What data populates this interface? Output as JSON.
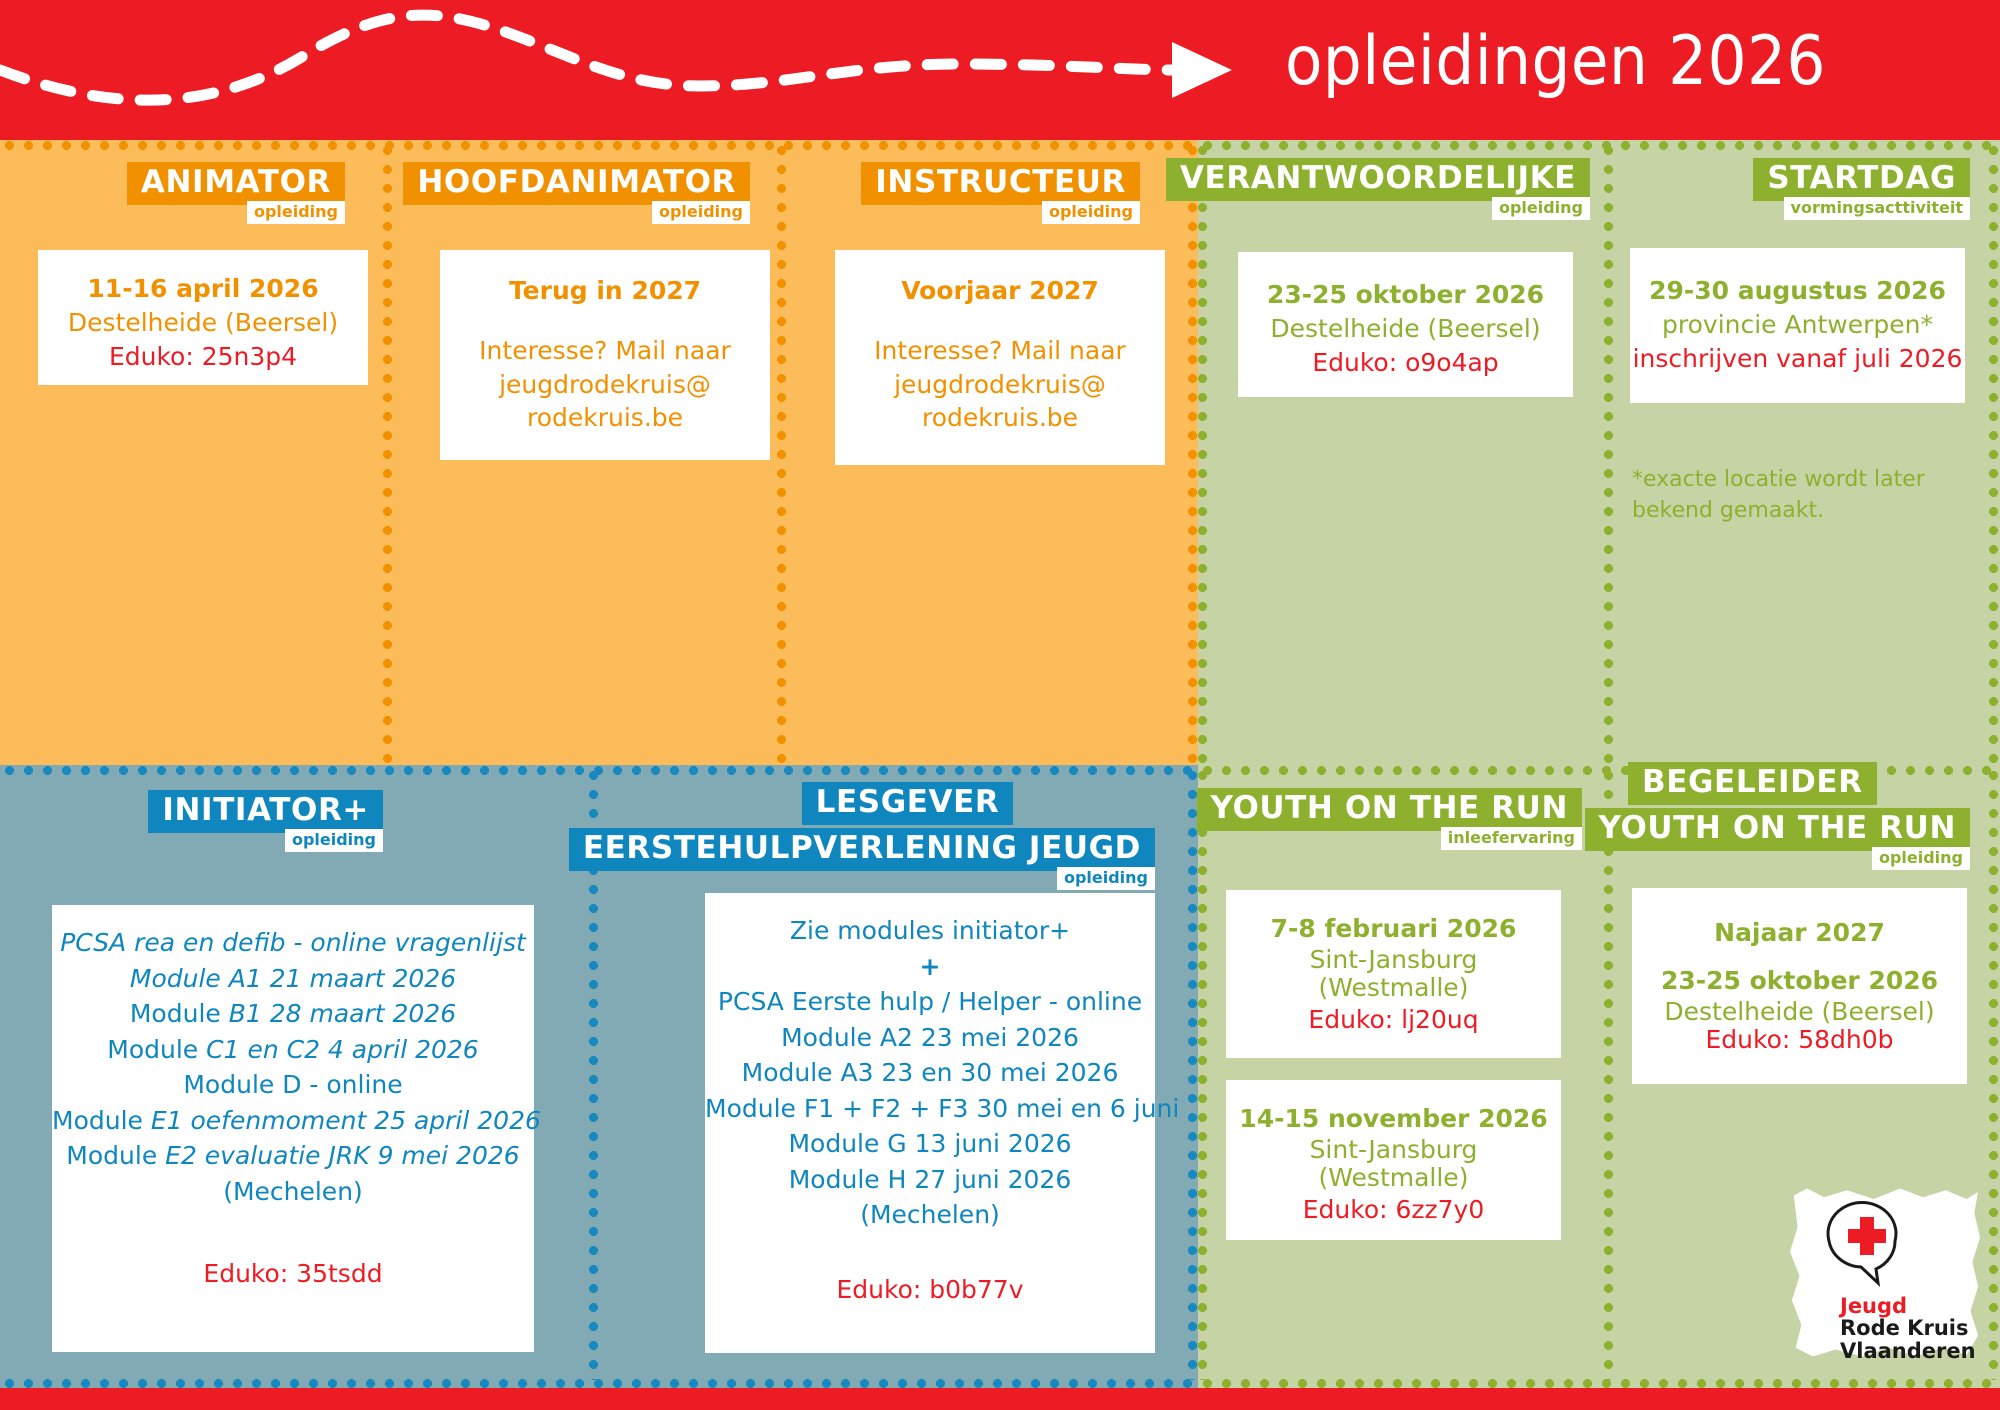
{
  "header": {
    "title": "opleidingen 2026",
    "arrow_icon": "dashed-path-arrow-icon"
  },
  "panels": {
    "animator": {
      "badge": "ANIMATOR",
      "sub": "opleiding",
      "card": {
        "date": "11-16 april 2026",
        "location": "Destelheide (Beersel)",
        "eduko": "Eduko: 25n3p4"
      }
    },
    "hoofdanimator": {
      "badge": "HOOFDANIMATOR",
      "sub": "opleiding",
      "card": {
        "date": "Terug in 2027",
        "line1": "Interesse? Mail naar",
        "line2": "jeugdrodekruis@",
        "line3": "rodekruis.be"
      }
    },
    "instructeur": {
      "badge": "INSTRUCTEUR",
      "sub": "opleiding",
      "card": {
        "date": "Voorjaar 2027",
        "line1": "Interesse? Mail naar",
        "line2": "jeugdrodekruis@",
        "line3": "rodekruis.be"
      }
    },
    "verantwoordelijke": {
      "badge": "VERANTWOORDELIJKE",
      "sub": "opleiding",
      "card": {
        "date": "23-25 oktober 2026",
        "location": "Destelheide (Beersel)",
        "eduko": "Eduko: o9o4ap"
      }
    },
    "startdag": {
      "badge": "STARTDAG",
      "sub": "vormingsacttiviteit",
      "card": {
        "date": "29-30 augustus 2026",
        "location": "provincie Antwerpen*",
        "extra": "inschrijven vanaf juli 2026"
      },
      "note_line1": "*exacte locatie wordt later",
      "note_line2": "bekend gemaakt."
    },
    "initiator": {
      "badge": "INITIATOR+",
      "sub": "opleiding",
      "modules": [
        {
          "label": "",
          "rest": "PCSA rea en defib - online vragenlijst",
          "italic_all": true
        },
        {
          "label": "Module ",
          "rest": "A1  21 maart 2026",
          "italic_all": true
        },
        {
          "label": "Module ",
          "rest": "B1  28 maart 2026",
          "italic_all": false
        },
        {
          "label": "Module ",
          "rest": "C1 en C2   4 april 2026",
          "italic_all": false
        },
        {
          "label": "Module D - online",
          "rest": "",
          "italic_all": false
        },
        {
          "label": "Module ",
          "rest": "E1 oefenmoment   25 april 2026",
          "italic_all": false
        },
        {
          "label": "Module ",
          "rest": "E2 evaluatie JRK  9 mei 2026",
          "italic_all": false
        },
        {
          "label": "(Mechelen)",
          "rest": "",
          "italic_all": false
        }
      ],
      "eduko": "Eduko: 35tsdd"
    },
    "lesgever": {
      "badge_line1": "LESGEVER",
      "badge_line2": "EERSTEHULPVERLENING JEUGD",
      "sub": "opleiding",
      "lines": [
        "Zie modules initiator+",
        "+",
        "PCSA Eerste hulp / Helper - online",
        "Module A2  23 mei 2026",
        "Module A3  23 en 30 mei 2026",
        "Module F1 + F2 + F3   30 mei en 6 juni",
        "Module G   13 juni 2026",
        "Module H   27 juni 2026",
        "(Mechelen)"
      ],
      "eduko": "Eduko: b0b77v"
    },
    "youth_on_the_run": {
      "badge": "YOUTH ON THE RUN",
      "sub": "inleefervaring",
      "card1": {
        "date": "7-8 februari 2026",
        "loc1": "Sint-Jansburg",
        "loc2": "(Westmalle)",
        "eduko": "Eduko: lj20uq"
      },
      "card2": {
        "date": "14-15 november 2026",
        "loc1": "Sint-Jansburg",
        "loc2": "(Westmalle)",
        "eduko": "Eduko: 6zz7y0"
      }
    },
    "begeleider": {
      "badge_line1": "BEGELEIDER",
      "badge_line2": "YOUTH ON THE RUN",
      "sub": "opleiding",
      "card": {
        "date1": "Najaar 2027",
        "date2": "23-25 oktober 2026",
        "location": "Destelheide (Beersel)",
        "eduko": "Eduko: 58dh0b"
      }
    }
  },
  "logo": {
    "name": "jeugd-rode-kruis-vlaanderen-logo",
    "jeugd": "Jeugd",
    "rode_kruis": "Rode Kruis",
    "vlaanderen": "Vlaanderen"
  },
  "colors": {
    "red": "#ED1C24",
    "orange": "#F29100",
    "orange_bg": "#FCBC59",
    "green": "#8DB02E",
    "green_bg": "#C6D4A5",
    "blue": "#0F86BE",
    "blue_bg": "#82AAB4",
    "blue_dot": "#1789BE"
  }
}
